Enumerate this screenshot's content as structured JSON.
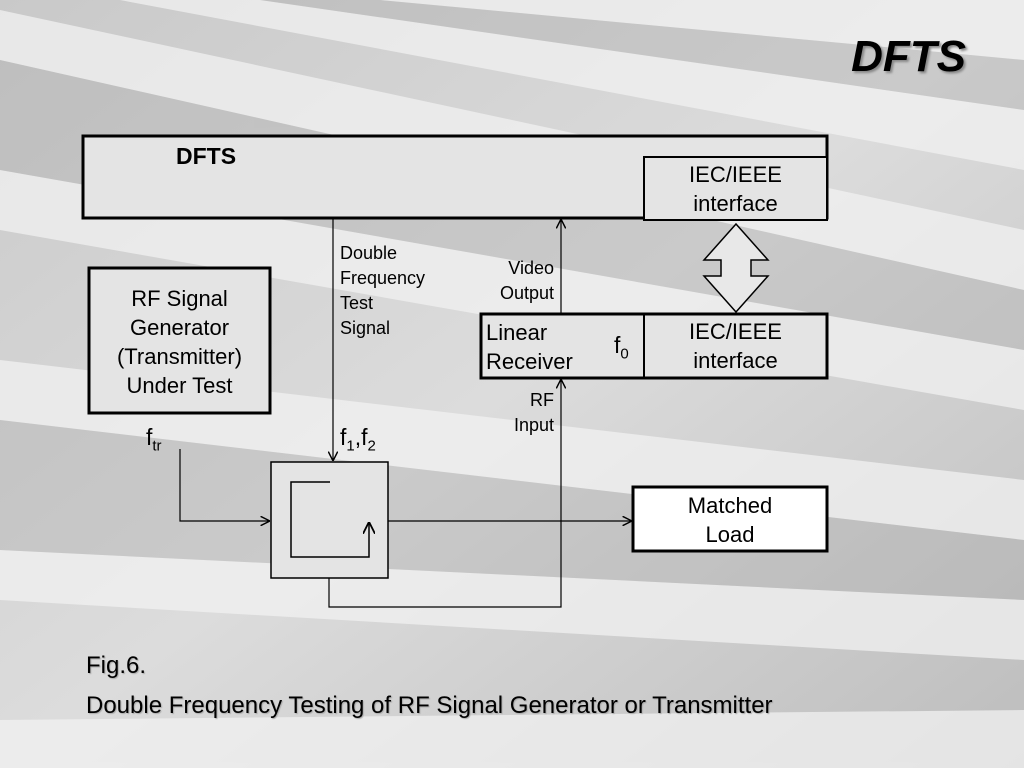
{
  "title": "DFTS",
  "diagram": {
    "dfts_box_label": "DFTS",
    "iec_top_line1": "IEC/IEEE",
    "iec_top_line2": "interface",
    "iec_bottom_line1": "IEC/IEEE",
    "iec_bottom_line2": "interface",
    "generator_line1": "RF Signal",
    "generator_line2": "Generator",
    "generator_line3": "(Transmitter)",
    "generator_line4": "Under Test",
    "receiver_line1": "Linear",
    "receiver_line2": "Receiver",
    "receiver_freq_main": "f",
    "receiver_freq_sub": "0",
    "matched_line1": "Matched",
    "matched_line2": "Load",
    "dfts_signal_line1": "Double",
    "dfts_signal_line2": "Frequency",
    "dfts_signal_line3": "Test",
    "dfts_signal_line4": "Signal",
    "video_line1": "Video",
    "video_line2": "Output",
    "rf_input_line1": "RF",
    "rf_input_line2": "Input",
    "ftr_main": "f",
    "ftr_sub": "tr",
    "f12_f1": "f",
    "f12_sub1": "1",
    "f12_comma": ",f",
    "f12_sub2": "2"
  },
  "caption": {
    "line1": "Fig.6.",
    "line2": "Double Frequency Testing of RF Signal Generator or Transmitter"
  }
}
